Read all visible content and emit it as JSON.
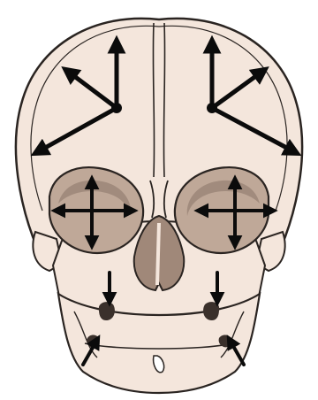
{
  "diagram": {
    "subject": "skull-frontal-view",
    "colors": {
      "bone": "#f4e6dc",
      "bone_shadow": "#e7d3c5",
      "outline": "#2a2421",
      "cavity": "#bfa898",
      "cavity_dark": "#8e786b",
      "arrow": "#0b0b0b",
      "background": "#ffffff"
    },
    "growth_vectors": [
      {
        "region": "left-cranium",
        "type": "radiating",
        "count": 3
      },
      {
        "region": "right-cranium",
        "type": "radiating",
        "count": 3
      },
      {
        "region": "left-orbit",
        "type": "four-way",
        "count": 4
      },
      {
        "region": "right-orbit",
        "type": "four-way",
        "count": 4
      },
      {
        "region": "left-maxilla",
        "type": "downward",
        "count": 1
      },
      {
        "region": "right-maxilla",
        "type": "downward",
        "count": 1
      },
      {
        "region": "left-mandible",
        "type": "upward-medial",
        "count": 1
      },
      {
        "region": "right-mandible",
        "type": "upward-medial",
        "count": 1
      }
    ]
  }
}
